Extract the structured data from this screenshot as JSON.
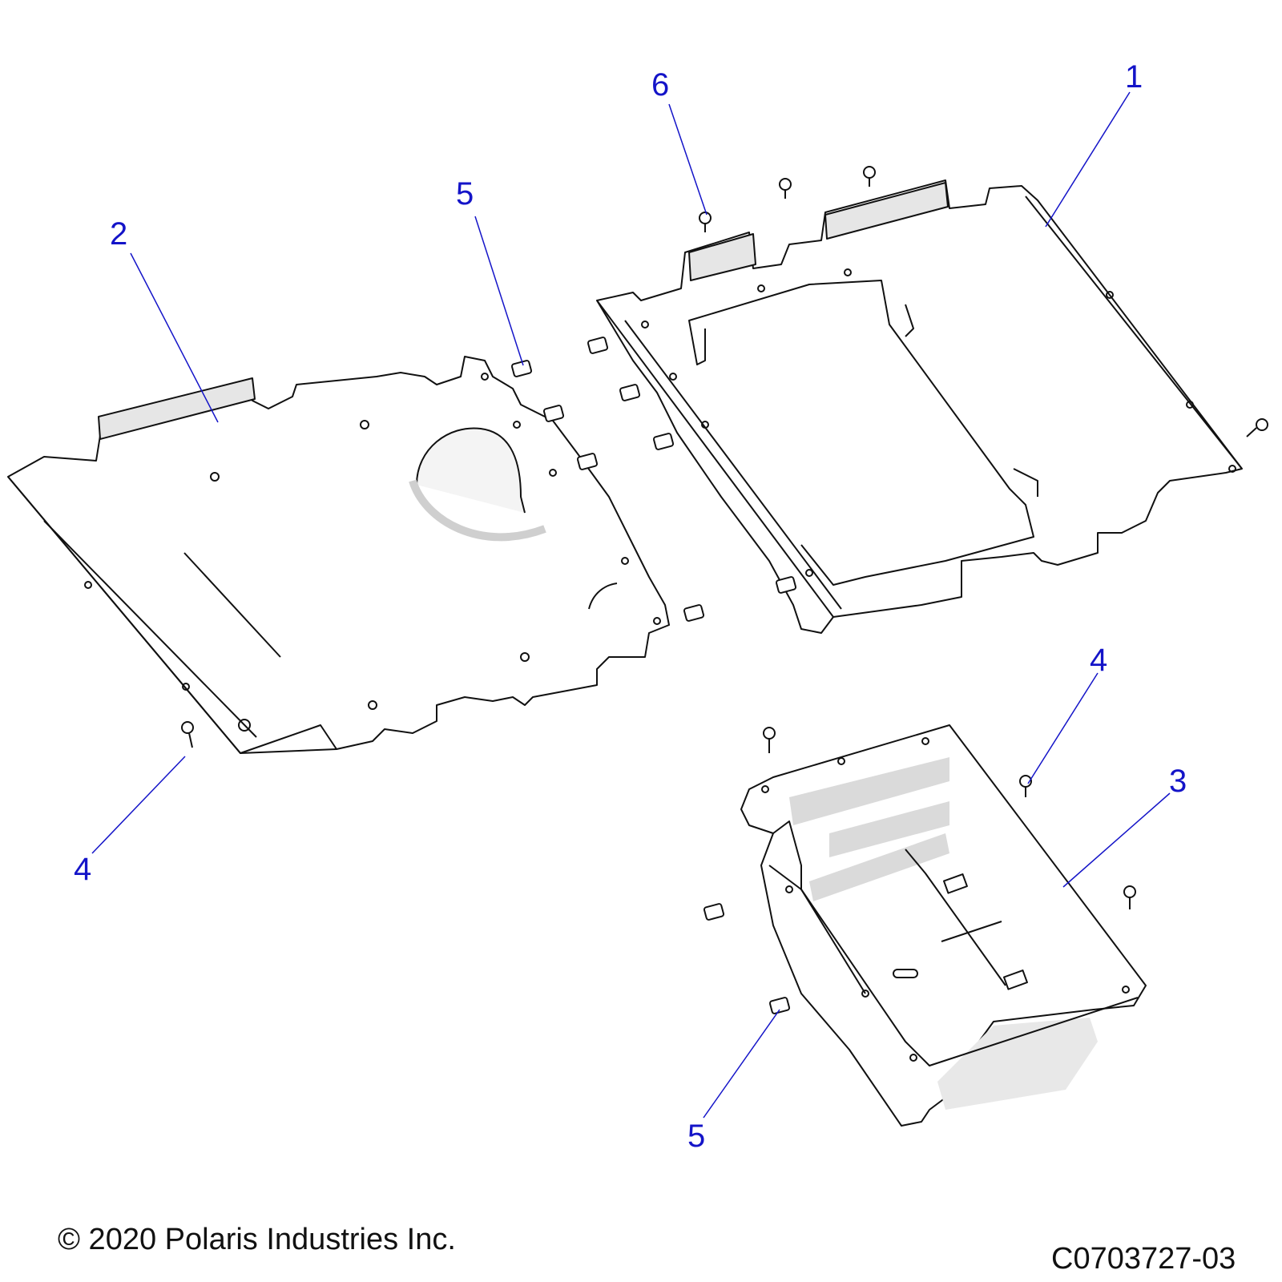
{
  "diagram": {
    "callouts": [
      {
        "id": "1",
        "label": "1"
      },
      {
        "id": "2",
        "label": "2"
      },
      {
        "id": "3",
        "label": "3"
      },
      {
        "id": "4a",
        "label": "4"
      },
      {
        "id": "4b",
        "label": "4"
      },
      {
        "id": "5a",
        "label": "5"
      },
      {
        "id": "5b",
        "label": "5"
      },
      {
        "id": "6",
        "label": "6"
      }
    ],
    "colors": {
      "callout": "#1414c8",
      "outline": "#111111",
      "shade": "#d9d9d9"
    }
  },
  "footer": {
    "copyright": "© 2020 Polaris Industries Inc.",
    "figure_code": "C0703727-03"
  }
}
